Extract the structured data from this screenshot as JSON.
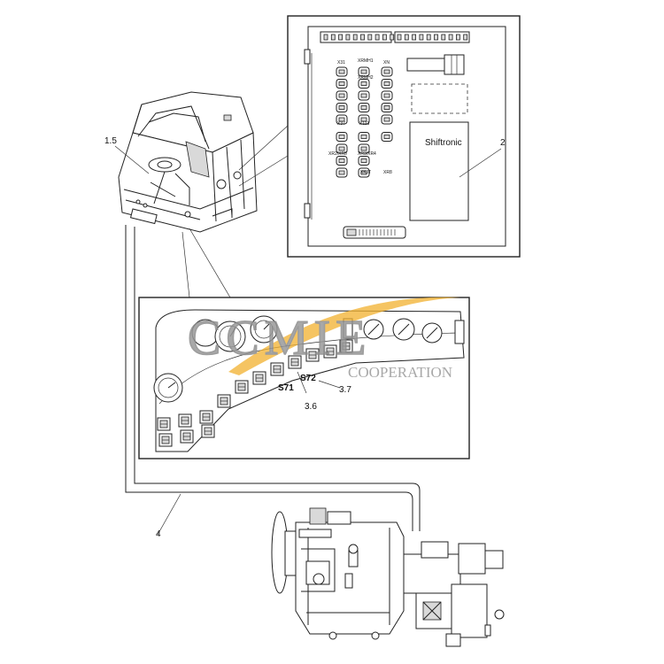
{
  "callouts": {
    "cab": "1.5",
    "control_box": "2",
    "harness": "4",
    "switch_s71": "3.6",
    "switch_s72": "3.7"
  },
  "panel_box": {
    "connectors": [
      "X31",
      "XRMH1",
      "XN",
      "XRMH2",
      "X37",
      "X113",
      "XR2/XR5",
      "XR3/XR4",
      "XKJT",
      "XR8"
    ],
    "module_label": "Shiftronic"
  },
  "dashboard": {
    "switch_labels": [
      "S71",
      "S72"
    ]
  },
  "watermark": {
    "logo": "CCMIE",
    "tagline": "COOPERATION",
    "accent_color": "#f2b233"
  }
}
